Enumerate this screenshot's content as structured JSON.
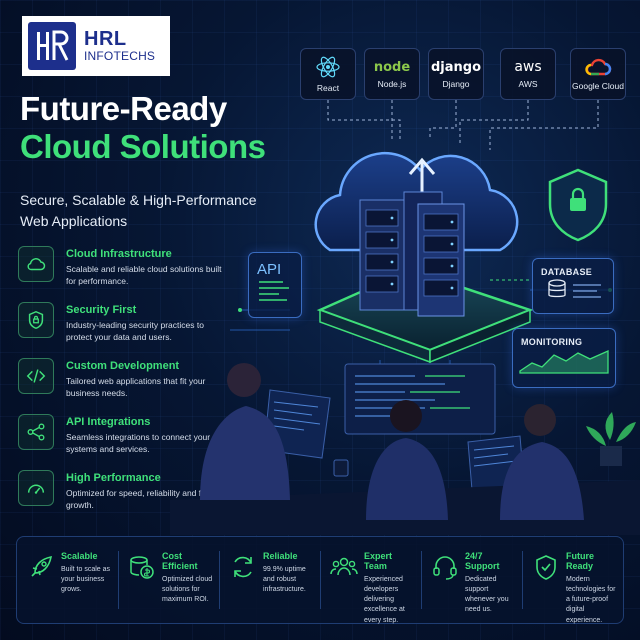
{
  "brand": {
    "line1": "HRL",
    "line2": "INFOTECHS",
    "mark_letters": "HR"
  },
  "hero": {
    "title_line1": "Future-Ready",
    "title_line2": "Cloud Solutions",
    "subtitle": "Secure, Scalable & High-Performance Web Applications"
  },
  "features": [
    {
      "title": "Cloud Infrastructure",
      "desc": "Scalable and reliable cloud solutions built for performance.",
      "icon": "cloud-icon"
    },
    {
      "title": "Security First",
      "desc": "Industry-leading security practices to protect your data and users.",
      "icon": "shield-lock-icon"
    },
    {
      "title": "Custom Development",
      "desc": "Tailored web applications that fit your business needs.",
      "icon": "code-icon"
    },
    {
      "title": "API Integrations",
      "desc": "Seamless integrations to connect your systems and services.",
      "icon": "share-nodes-icon"
    },
    {
      "title": "High Performance",
      "desc": "Optimized for speed, reliability and future growth.",
      "icon": "speedometer-icon"
    }
  ],
  "tech_stack": [
    {
      "label": "React",
      "icon": "react-icon",
      "mark": ""
    },
    {
      "label": "Node.js",
      "icon": "nodejs-icon",
      "mark": "node"
    },
    {
      "label": "Django",
      "icon": "django-icon",
      "mark": "django"
    },
    {
      "label": "AWS",
      "icon": "aws-icon",
      "mark": "aws"
    },
    {
      "label": "Google Cloud",
      "icon": "google-cloud-icon",
      "mark": ""
    }
  ],
  "illustration": {
    "api_label": "API",
    "database_label": "DATABASE",
    "monitoring_label": "MONITORING"
  },
  "benefits": [
    {
      "title": "Scalable",
      "desc": "Built to scale as your business grows.",
      "icon": "rocket-icon"
    },
    {
      "title": "Cost Efficient",
      "desc": "Optimized cloud solutions for maximum ROI.",
      "icon": "coins-icon"
    },
    {
      "title": "Reliable",
      "desc": "99.9% uptime and robust infrastructure.",
      "icon": "refresh-icon"
    },
    {
      "title": "Expert Team",
      "desc": "Experienced developers delivering excellence at every step.",
      "icon": "team-icon"
    },
    {
      "title": "24/7 Support",
      "desc": "Dedicated support whenever you need us.",
      "icon": "headset-icon"
    },
    {
      "title": "Future Ready",
      "desc": "Modern technologies for a future-proof digital experience.",
      "icon": "shield-check-icon"
    }
  ],
  "colors": {
    "accent": "#3fe07a",
    "background": "#061633",
    "brand": "#1d2f8c",
    "glow": "#3a6cc0"
  }
}
